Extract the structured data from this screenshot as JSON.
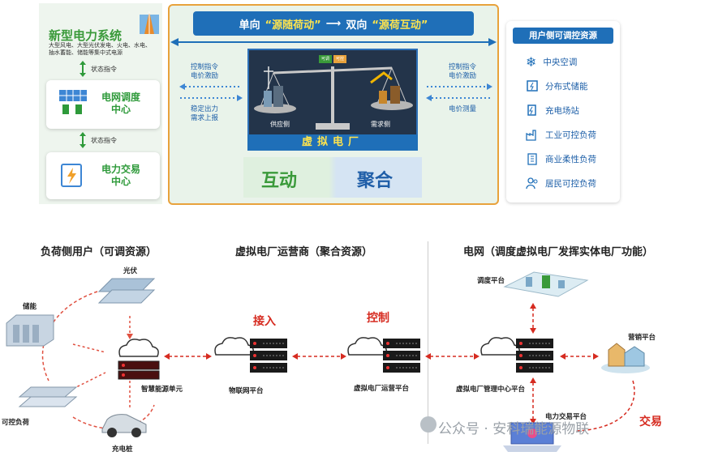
{
  "top": {
    "left": {
      "title": "新型电力系统",
      "subtitle": "大型风电、大型光伏发电、火电、水电、抽水蓄能、储能等集中式电源",
      "status1": "状态指令",
      "status2": "状态指令",
      "dispatch": "电网调度\n中心",
      "trade": "电力交易\n中心"
    },
    "banner": {
      "part1": "单向",
      "hl1": "“源随荷动”",
      "arrow": "⟶",
      "part2": "双向",
      "hl2": "“源荷互动”"
    },
    "mid_left": {
      "upper": "控制指令\n电价激励",
      "lower": "稳定出力\n需求上报"
    },
    "mid_right": {
      "upper": "控制指令\n电价激励",
      "lower": "电价测量"
    },
    "scale": {
      "left_label": "供应侧",
      "right_label": "需求侧",
      "tag_left": "可调",
      "tag_right": "可控"
    },
    "vpp_label": "虚拟电厂",
    "word_left": "互动",
    "word_right": "聚合",
    "right_panel": {
      "title": "用户侧可调控资源",
      "items": [
        "中央空调",
        "分布式储能",
        "充电场站",
        "工业可控负荷",
        "商业柔性负荷",
        "居民可控负荷"
      ]
    }
  },
  "bottom": {
    "sec1": "负荷侧用户（可调资源）",
    "sec2": "虚拟电厂运营商（聚合资源）",
    "sec3": "电网（调度虚拟电厂发挥实体电厂功能）",
    "pv": "光伏",
    "storage": "储能",
    "load": "可控负荷",
    "charger": "充电桩",
    "smart_unit": "智慧能源单元",
    "iot": "物联网平台",
    "operator": "虚拟电厂运营平台",
    "mgmt": "虚拟电厂管理中心平台",
    "dispatch_platform": "调度平台",
    "marketing": "营销平台",
    "trade_platform": "电力交易平台",
    "access": "接入",
    "control": "控制",
    "trade": "交易",
    "watermark": "公众号 · 安科瑞能源物联"
  },
  "colors": {
    "green": "#3a9a3a",
    "blue": "#1f6fb8",
    "orange": "#e8a23c",
    "red": "#d62b20"
  }
}
